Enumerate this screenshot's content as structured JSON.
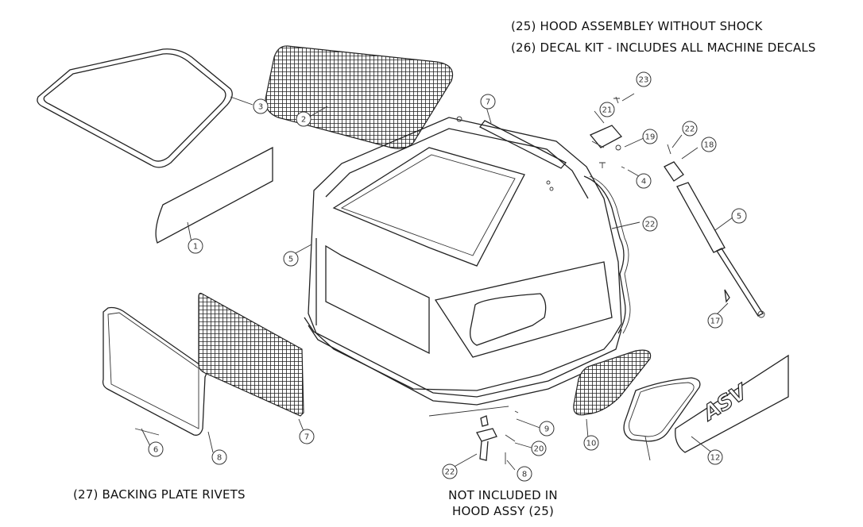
{
  "notes": {
    "hood_assembly": "(25) HOOD ASSEMBLEY WITHOUT SHOCK",
    "decal_kit": "(26) DECAL KIT - INCLUDES ALL MACHINE DECALS",
    "rivets": "(27) BACKING PLATE RIVETS",
    "not_included_line1": "NOT INCLUDED IN",
    "not_included_line2": "HOOD ASSY (25)"
  },
  "decal_logo": "ASV",
  "callouts": [
    "23",
    "21",
    "19",
    "22",
    "18",
    "5",
    "4",
    "3",
    "2",
    "22",
    "1",
    "5",
    "17",
    "7",
    "6",
    "8",
    "7",
    "20",
    "9",
    "22",
    "8",
    "10",
    "12"
  ]
}
